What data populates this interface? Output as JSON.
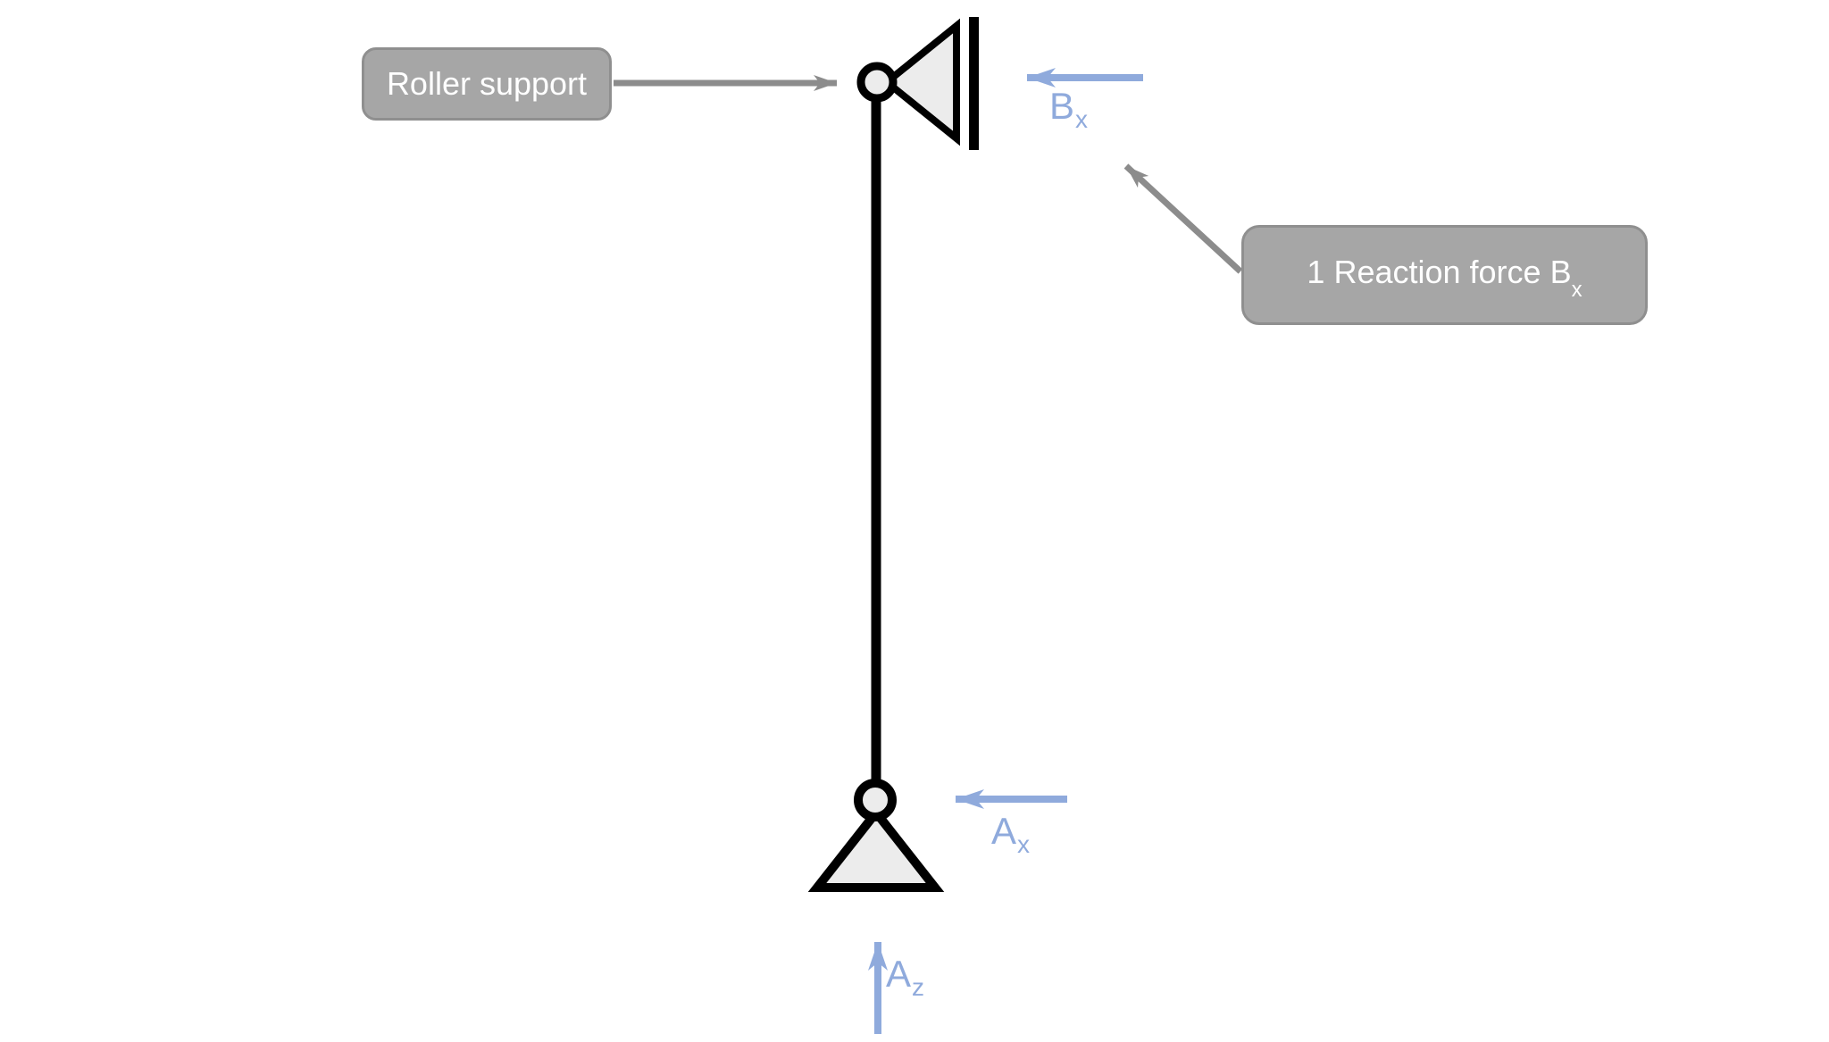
{
  "canvas": {
    "background": "#FFFFFF",
    "description": "Free-body diagram of a vertical member with roller support at top and pin support at bottom"
  },
  "callouts": {
    "roller_support": {
      "label": "Roller support"
    },
    "reaction_force": {
      "prefix": "1 Reaction force B",
      "sub": "x"
    }
  },
  "forces": {
    "bx": {
      "symbol": "B",
      "sub": "x"
    },
    "ax": {
      "symbol": "A",
      "sub": "x"
    },
    "az": {
      "symbol": "A",
      "sub": "z"
    }
  },
  "symbols": {
    "member": "vertical-member",
    "wall": "wall-line",
    "roller_support": "roller-support-symbol",
    "pin_support": "pin-support-symbol"
  },
  "colors": {
    "force_blue": "#8FAADC",
    "callout_fill": "#A6A6A6",
    "callout_border": "#8F8F8F",
    "callout_text": "#FFFFFF",
    "annotation_gray": "#8C8C8C",
    "support_fill": "#ECECEC",
    "ink": "#000000"
  }
}
